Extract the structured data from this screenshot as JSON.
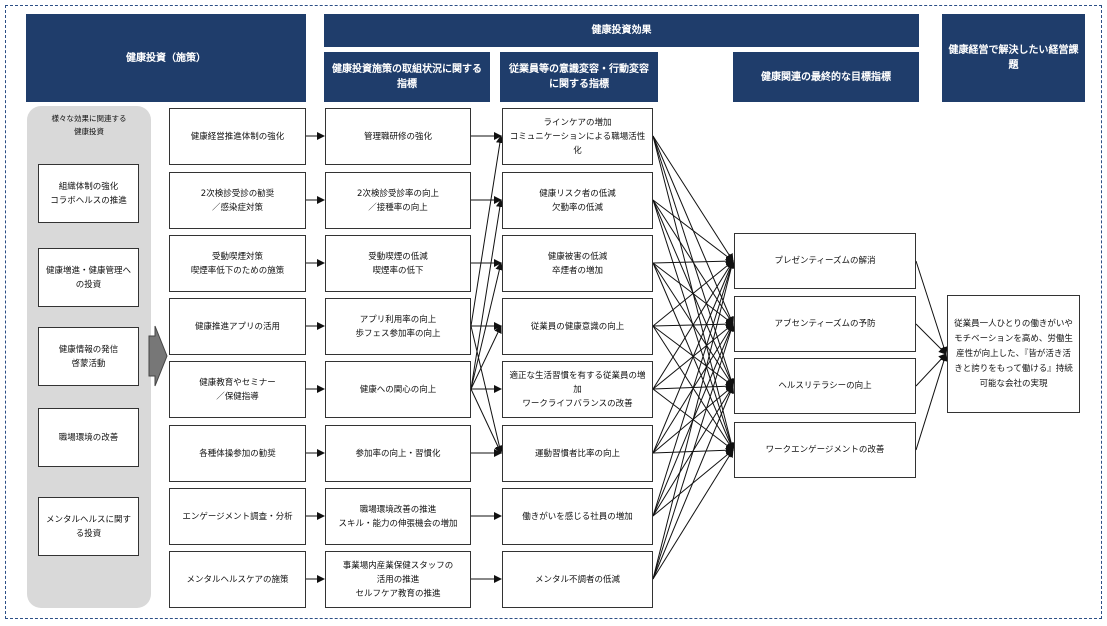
{
  "headers": {
    "investment": "健康投資（施策）",
    "effect": "健康投資効果",
    "initiative_indicator": "健康投資施策の取組状況に関する指標",
    "awareness_indicator": "従業員等の意識変容・行動変容に関する指標",
    "final_indicator": "健康関連の最終的な目標指標",
    "management_issue": "健康経営で解決したい経営課題"
  },
  "left_panel": {
    "title": "様々な効果に関連する\n健康投資",
    "items": [
      "組織体制の強化\nコラボヘルスの推進",
      "健康増進・健康管理への投資",
      "健康情報の発信\n啓蒙活動",
      "職場環境の改善",
      "メンタルヘルスに関する投資"
    ]
  },
  "measures": [
    "健康経営推進体制の強化",
    "2次検診受診の勧奨\n／感染症対策",
    "受動喫煙対策\n喫煙率低下のための施策",
    "健康推進アプリの活用",
    "健康教育やセミナー\n／保健指導",
    "各種体操参加の勧奨",
    "エンゲージメント調査・分析",
    "メンタルヘルスケアの施策"
  ],
  "initiative_indicators": [
    "管理職研修の強化",
    "2次検診受診率の向上\n／接種率の向上",
    "受動喫煙の低減\n喫煙率の低下",
    "アプリ利用率の向上\n歩フェス参加率の向上",
    "健康への関心の向上",
    "参加率の向上・習慣化",
    "職場環境改善の推進\nスキル・能力の伸張機会の増加",
    "事業場内産業保健スタッフの\n活用の推進\nセルフケア教育の推進"
  ],
  "awareness_indicators": [
    "ラインケアの増加\nコミュニケーションによる職場活性化",
    "健康リスク者の低減\n欠勤率の低減",
    "健康被害の低減\n卒煙者の増加",
    "従業員の健康意識の向上",
    "適正な生活習慣を有する従業員の増加\nワークライフバランスの改善",
    "運動習慣者比率の向上",
    "働きがいを感じる社員の増加",
    "メンタル不調者の低減"
  ],
  "final_indicators": [
    "プレゼンティーズムの解消",
    "アブセンティーズムの予防",
    "ヘルスリテラシーの向上",
    "ワークエンゲージメントの改善"
  ],
  "management_issue_text": "従業員一人ひとりの働きがいやモチベーションを高め、労働生産性が向上した、『皆が活き活きと誇りをもって働ける』持続可能な会社の実現",
  "colors": {
    "header_bg": "#1f3d6b",
    "panel_bg": "#d9d9d9",
    "frame": "#2c4f86"
  }
}
